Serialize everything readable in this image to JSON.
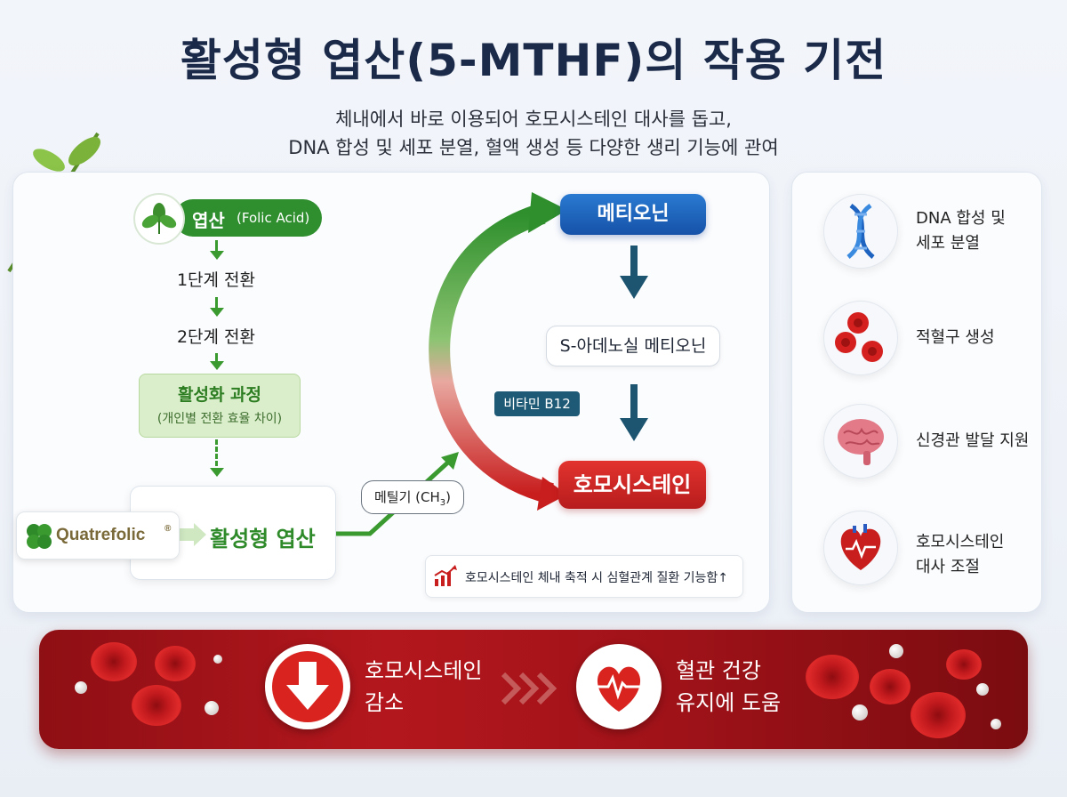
{
  "header": {
    "title": "활성형 엽산(5-MTHF)의 작용 기전",
    "subtitle_line1": "체내에서 바로 이용되어 호모시스테인 대사를 돕고,",
    "subtitle_line2": "DNA 합성 및 세포 분열, 혈액 생성 등 다양한 생리 기능에 관여"
  },
  "left": {
    "folic_label": "엽산",
    "folic_en": "(Folic Acid)",
    "step1": "1단계 전환",
    "step2": "2단계 전환",
    "activation_title": "활성화 과정",
    "activation_sub": "(개인별 전환 효율 차이)",
    "brand": "Quatrefolic",
    "brand_mark": "®",
    "active_label": "활성형 엽산",
    "methyl_label": "메틸기 (CH",
    "methyl_sub": "3",
    "methyl_close": ")"
  },
  "cycle": {
    "methionine": "메티오닌",
    "same": "S-아데노실 메티오닌",
    "b12": "비타민 B12",
    "homocysteine": "호모시스테인",
    "note": "호모시스테인 체내 축적 시 심혈관계 질환 기능함↑"
  },
  "benefits": [
    {
      "line1": "DNA 합성 및",
      "line2": "세포 분열",
      "icon": "dna-icon"
    },
    {
      "line1": "적혈구 생성",
      "line2": "",
      "icon": "red-blood-cells-icon"
    },
    {
      "line1": "신경관 발달 지원",
      "line2": "",
      "icon": "brain-icon"
    },
    {
      "line1": "호모시스테인",
      "line2": "대사 조절",
      "icon": "heart-icon"
    }
  ],
  "banner": {
    "left_line1": "호모시스테인",
    "left_line2": "감소",
    "right_line1": "혈관 건강",
    "right_line2": "유지에 도움"
  },
  "colors": {
    "green": "#2f8f2f",
    "blue": "#1e5fb8",
    "red": "#c41e1e",
    "dark_teal": "#1d5470",
    "banner_red": "#a5141a"
  }
}
